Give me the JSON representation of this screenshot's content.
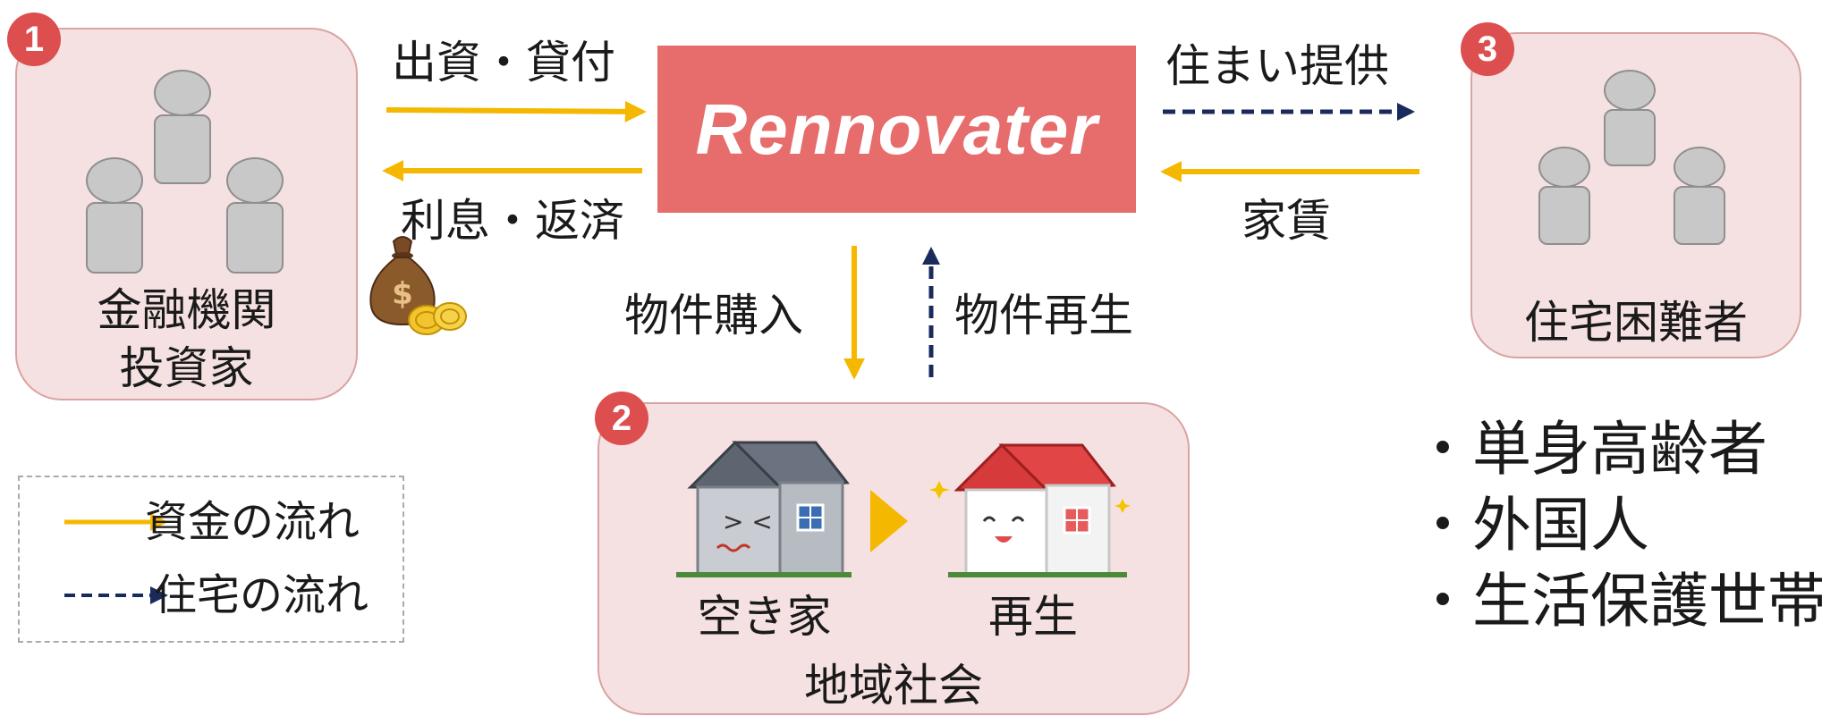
{
  "center_logo": "Rennovater",
  "nodes": {
    "investors": {
      "badge": "1",
      "line1": "金融機関",
      "line2": "投資家"
    },
    "community": {
      "badge": "2",
      "empty_house": "空き家",
      "renewed": "再生",
      "label": "地域社会"
    },
    "tenants": {
      "badge": "3",
      "label": "住宅困難者"
    }
  },
  "flows": {
    "investment": "出資・貸付",
    "interest": "利息・返済",
    "housing_provision": "住まい提供",
    "rent": "家賃",
    "purchase": "物件購入",
    "renovation": "物件再生"
  },
  "legend": {
    "funds": "資金の流れ",
    "housing": "住宅の流れ"
  },
  "target_groups": [
    "・単身高齢者",
    "・外国人",
    "・生活保護世帯"
  ],
  "icons": [
    "money-bag-icon",
    "coins-icon",
    "old-house-icon",
    "new-house-icon",
    "play-arrow-icon",
    "person-icon"
  ],
  "colors": {
    "fund_arrow": "#f5b800",
    "housing_arrow": "#1b2a5c",
    "logo_bg": "#e76c6c",
    "node_bg": "#f5e1e1",
    "badge": "#dd4f4f"
  }
}
